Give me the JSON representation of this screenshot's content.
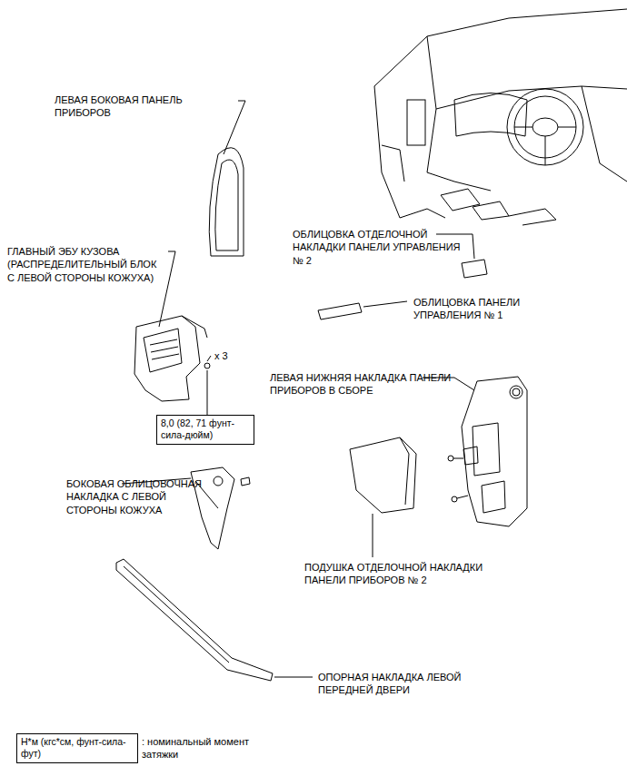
{
  "diagram": {
    "nodes": [
      {
        "text": [
          "8,0 (82, 71 фунт-сила-дюйм)"
        ]
      },
      {
        "text": [
          "Н*м (кгс*см, фунт-сила-фут)"
        ]
      }
    ],
    "labels": [
      "ЛЕВАЯ БОКОВАЯ ПАНЕЛЬ ПРИБОРОВ",
      "ГЛАВНЫЙ ЭБУ КУЗОВА (РАСПРЕДЕЛИТЕЛЬНЫЙ БЛОК С ЛЕВОЙ СТОРОНЫ КОЖУХА)",
      "x 3",
      "ОБЛИЦОВКА ОТДЕЛОЧНОЙ НАКЛАДКИ ПАНЕЛИ УПРАВЛЕНИЯ № 2",
      "ОБЛИЦОВКА ПАНЕЛИ УПРАВЛЕНИЯ № 1",
      "ЛЕВАЯ НИЖНЯЯ НАКЛАДКА ПАНЕЛИ ПРИБОРОВ В СБОРЕ",
      "БОКОВАЯ ОБЛИЦОВОЧНАЯ НАКЛАДКА С ЛЕВОЙ СТОРОНЫ КОЖУХА",
      "ПОДУШКА ОТДЕЛОЧНОЙ НАКЛАДКИ ПАНЕЛИ ПРИБОРОВ № 2",
      "ОПОРНАЯ НАКЛАДКА ЛЕВОЙ ПЕРЕДНЕЙ ДВЕРИ",
      ": номинальный момент затяжки"
    ]
  }
}
